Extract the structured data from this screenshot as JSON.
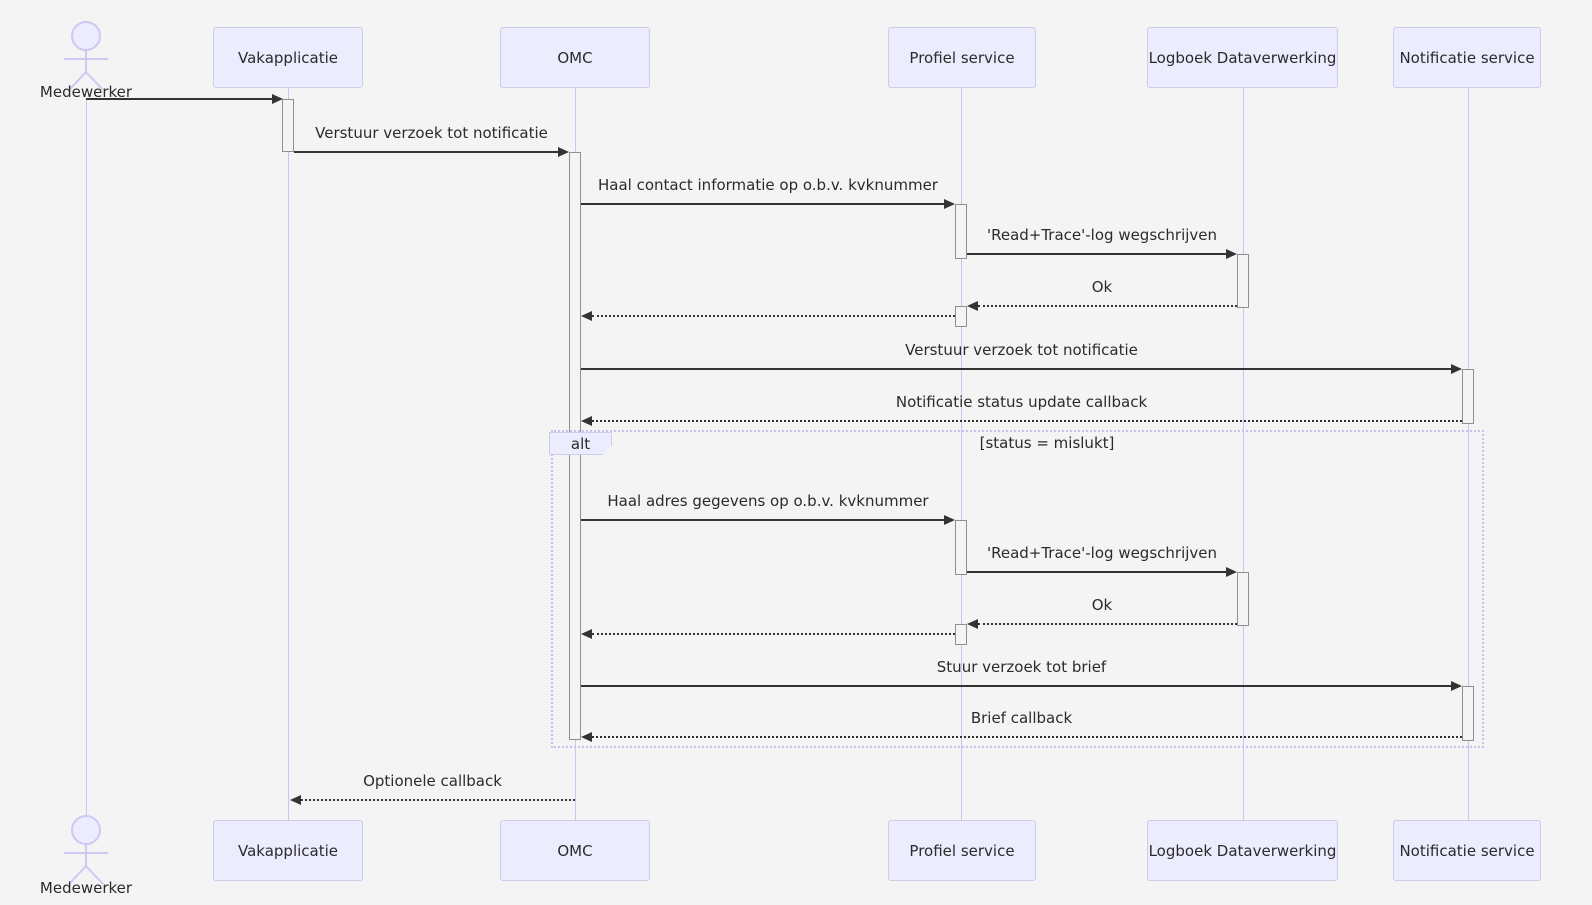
{
  "diagram": {
    "kind": "UML sequence diagram",
    "background": "#f4f4f4"
  },
  "actor": {
    "label": "Medewerker"
  },
  "participants": [
    "Vakapplicatie",
    "OMC",
    "Profiel service",
    "Logboek Dataverwerking",
    "Notificatie service"
  ],
  "messages": [
    {
      "from": "Medewerker",
      "to": "Vakapplicatie",
      "label": "",
      "type": "solid"
    },
    {
      "from": "Vakapplicatie",
      "to": "OMC",
      "label": "Verstuur verzoek tot notificatie",
      "type": "solid"
    },
    {
      "from": "OMC",
      "to": "Profiel service",
      "label": "Haal contact informatie op o.b.v. kvknummer",
      "type": "solid"
    },
    {
      "from": "Profiel service",
      "to": "Logboek Dataverwerking",
      "label": "'Read+Trace'-log wegschrijven",
      "type": "solid"
    },
    {
      "from": "Logboek Dataverwerking",
      "to": "Profiel service",
      "label": "Ok",
      "type": "dashed-return"
    },
    {
      "from": "Profiel service",
      "to": "OMC",
      "label": "",
      "type": "dashed-return"
    },
    {
      "from": "OMC",
      "to": "Notificatie service",
      "label": "Verstuur verzoek tot notificatie",
      "type": "solid"
    },
    {
      "from": "Notificatie service",
      "to": "OMC",
      "label": "Notificatie status update callback",
      "type": "dashed-return"
    },
    {
      "from": "OMC",
      "to": "Profiel service",
      "label": "Haal adres gegevens op o.b.v. kvknummer",
      "type": "solid",
      "section": "alt"
    },
    {
      "from": "Profiel service",
      "to": "Logboek Dataverwerking",
      "label": "'Read+Trace'-log wegschrijven",
      "type": "solid",
      "section": "alt"
    },
    {
      "from": "Logboek Dataverwerking",
      "to": "Profiel service",
      "label": "Ok",
      "type": "dashed-return",
      "section": "alt"
    },
    {
      "from": "Profiel service",
      "to": "OMC",
      "label": "",
      "type": "dashed-return",
      "section": "alt"
    },
    {
      "from": "OMC",
      "to": "Notificatie service",
      "label": "Stuur verzoek tot brief",
      "type": "solid",
      "section": "alt"
    },
    {
      "from": "Notificatie service",
      "to": "OMC",
      "label": "Brief callback",
      "type": "dashed-return",
      "section": "alt"
    },
    {
      "from": "OMC",
      "to": "Vakapplicatie",
      "label": "Optionele callback",
      "type": "dashed-return"
    }
  ],
  "alt": {
    "title": "alt",
    "condition": "[status = mislukt]"
  },
  "colors": {
    "background": "#f4f4f4",
    "participant_fill": "#ececff",
    "participant_border": "#cfcbe8",
    "lifeline": "#c9c5f0",
    "actor_stroke": "#cfc7f2",
    "arrow": "#333333",
    "activation_fill": "#f4f4f4",
    "activation_border": "#8f8f8f",
    "frame_border": "#c8c0ea",
    "text": "#2b2b2b"
  }
}
